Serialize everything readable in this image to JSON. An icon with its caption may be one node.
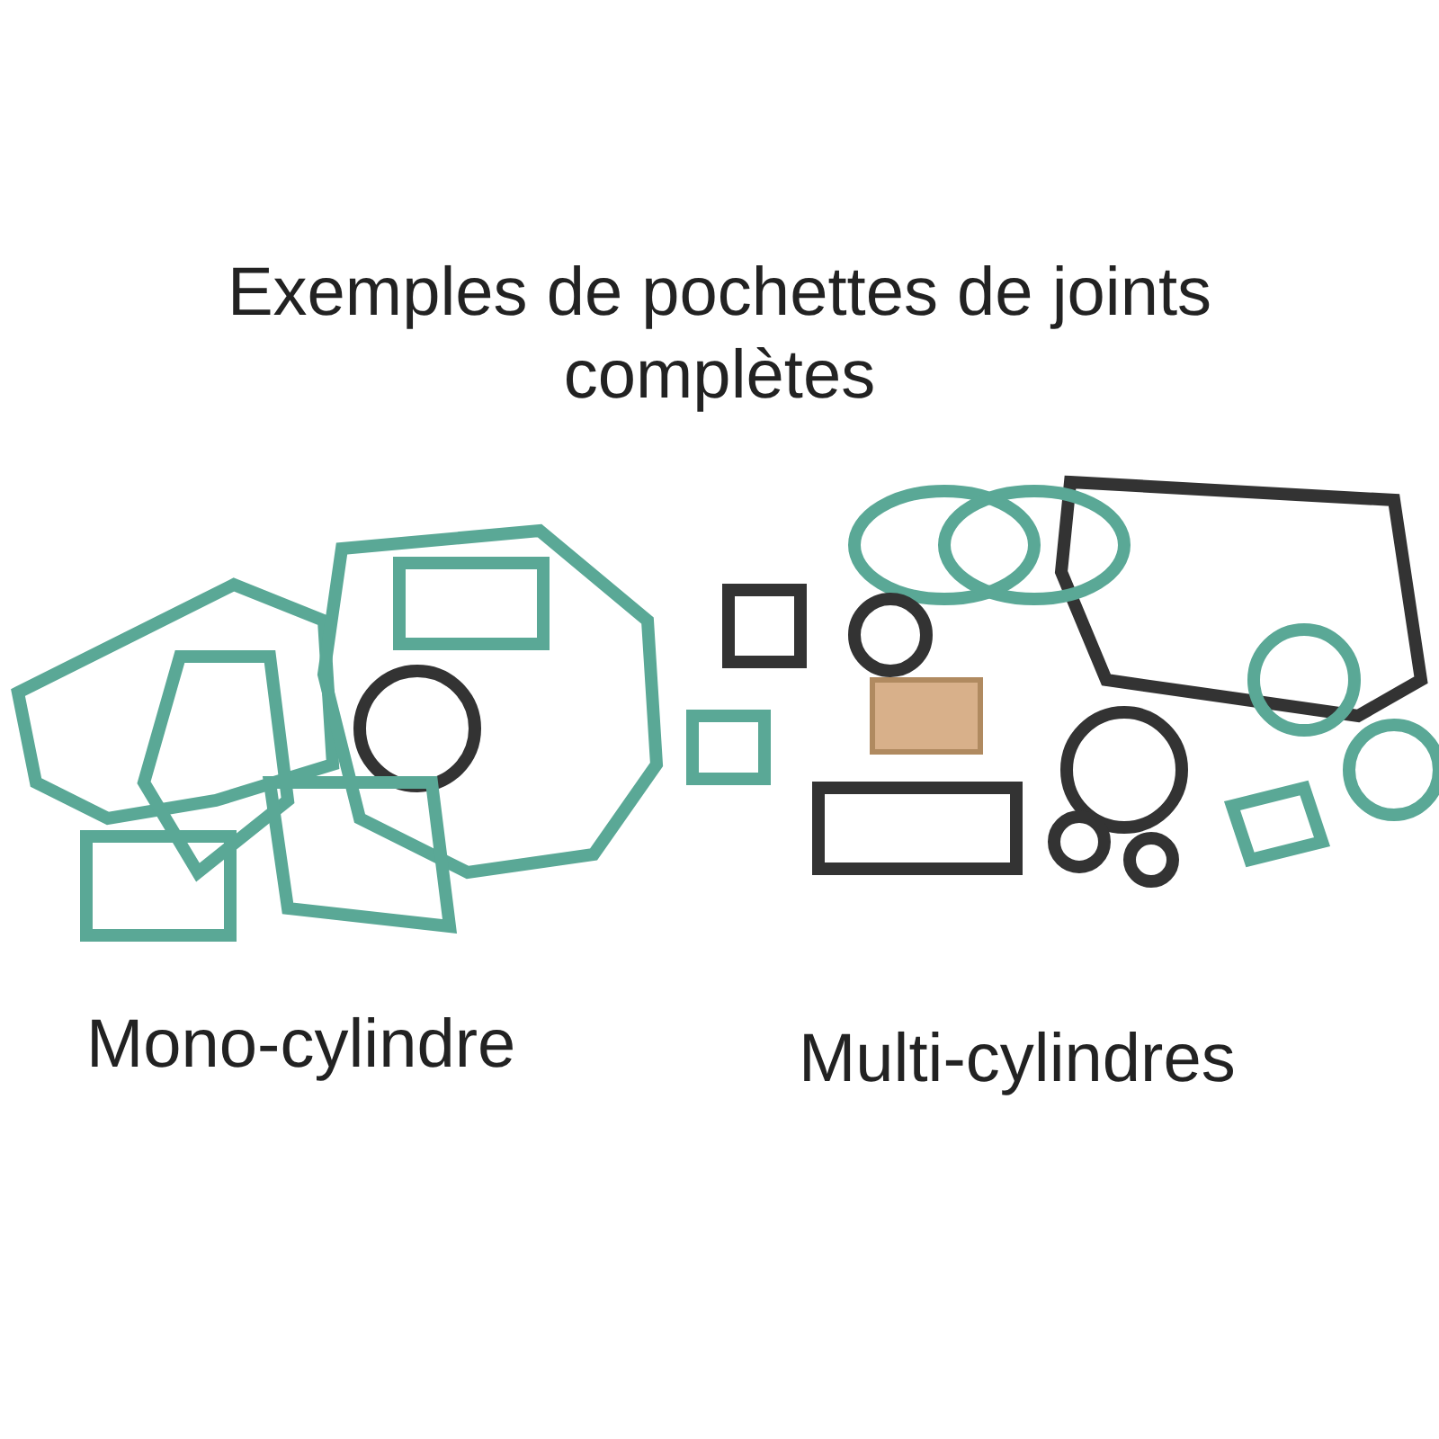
{
  "diagram": {
    "title": "Exemples de pochettes de joints complètes",
    "labels": [
      "Mono-cylindre",
      "Multi-cylindres"
    ]
  }
}
